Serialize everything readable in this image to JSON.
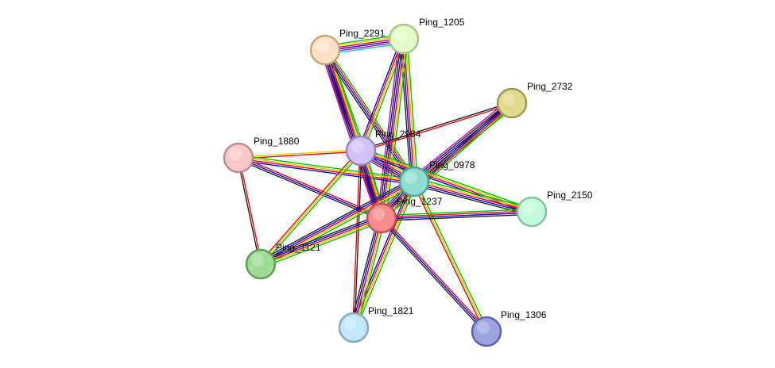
{
  "network": {
    "edge_colors": [
      "#00c000",
      "#d4d400",
      "#ff0000",
      "#0000ff",
      "#222222",
      "#c000c0",
      "#00cccc"
    ],
    "nodes": [
      {
        "id": "Ping_2291",
        "label": "Ping_2291",
        "fill": "#fde0c4",
        "stroke": "#c8a37a"
      },
      {
        "id": "Ping_1205",
        "label": "Ping_1205",
        "fill": "#e2fbc6",
        "stroke": "#a6c387"
      },
      {
        "id": "Ping_2732",
        "label": "Ping_2732",
        "fill": "#e0dc8c",
        "stroke": "#9e9a4c"
      },
      {
        "id": "Ping_2984",
        "label": "Ping_2984",
        "fill": "#d2c2fa",
        "stroke": "#9685c2"
      },
      {
        "id": "Ping_1880",
        "label": "Ping_1880",
        "fill": "#f8c8c8",
        "stroke": "#c48a8a"
      },
      {
        "id": "Ping_0978",
        "label": "Ping_0978",
        "fill": "#90dcd0",
        "stroke": "#4fa597"
      },
      {
        "id": "Ping_1237",
        "label": "Ping_1237",
        "fill": "#f88c8c",
        "stroke": "#c45252"
      },
      {
        "id": "Ping_2150",
        "label": "Ping_2150",
        "fill": "#c4fadc",
        "stroke": "#7ec49d"
      },
      {
        "id": "Ping_1121",
        "label": "Ping_1121",
        "fill": "#9ede92",
        "stroke": "#5a9e52"
      },
      {
        "id": "Ping_1821",
        "label": "Ping_1821",
        "fill": "#c2e6fa",
        "stroke": "#7fa8c4"
      },
      {
        "id": "Ping_1306",
        "label": "Ping_1306",
        "fill": "#9ca4e0",
        "stroke": "#5a64a6"
      }
    ],
    "edges": [
      {
        "source": "Ping_2291",
        "target": "Ping_1205",
        "colors": [
          0,
          1,
          2,
          3,
          5,
          6
        ]
      },
      {
        "source": "Ping_2291",
        "target": "Ping_2984",
        "colors": [
          0,
          1,
          2,
          3,
          4,
          5
        ]
      },
      {
        "source": "Ping_2291",
        "target": "Ping_1237",
        "colors": [
          0,
          1,
          2,
          3,
          4,
          5
        ]
      },
      {
        "source": "Ping_2291",
        "target": "Ping_0978",
        "colors": [
          0,
          2,
          3,
          4
        ]
      },
      {
        "source": "Ping_1205",
        "target": "Ping_2984",
        "colors": [
          0,
          1,
          2,
          3
        ]
      },
      {
        "source": "Ping_1205",
        "target": "Ping_0978",
        "colors": [
          0,
          1,
          2,
          3,
          4
        ]
      },
      {
        "source": "Ping_1205",
        "target": "Ping_1237",
        "colors": [
          0,
          1,
          2,
          3,
          4,
          5
        ]
      },
      {
        "source": "Ping_2732",
        "target": "Ping_0978",
        "colors": [
          0,
          1,
          2,
          3,
          4,
          5
        ]
      },
      {
        "source": "Ping_2732",
        "target": "Ping_2984",
        "colors": [
          2,
          4
        ]
      },
      {
        "source": "Ping_2732",
        "target": "Ping_1237",
        "colors": [
          0,
          2,
          3,
          4
        ]
      },
      {
        "source": "Ping_1880",
        "target": "Ping_2984",
        "colors": [
          1,
          2
        ]
      },
      {
        "source": "Ping_1880",
        "target": "Ping_0978",
        "colors": [
          0,
          1,
          2,
          3
        ]
      },
      {
        "source": "Ping_1880",
        "target": "Ping_1237",
        "colors": [
          2,
          3,
          4
        ]
      },
      {
        "source": "Ping_1880",
        "target": "Ping_1121",
        "colors": [
          2,
          4
        ]
      },
      {
        "source": "Ping_2984",
        "target": "Ping_0978",
        "colors": [
          0,
          1,
          2,
          3,
          4,
          5
        ]
      },
      {
        "source": "Ping_2984",
        "target": "Ping_1237",
        "colors": [
          0,
          1,
          2,
          3,
          4,
          5
        ]
      },
      {
        "source": "Ping_2984",
        "target": "Ping_2150",
        "colors": [
          0,
          1,
          2,
          3
        ]
      },
      {
        "source": "Ping_2984",
        "target": "Ping_1121",
        "colors": [
          0,
          1,
          2
        ]
      },
      {
        "source": "Ping_2984",
        "target": "Ping_1821",
        "colors": [
          4,
          2
        ]
      },
      {
        "source": "Ping_0978",
        "target": "Ping_1237",
        "colors": [
          0,
          1,
          2,
          3,
          4,
          5
        ]
      },
      {
        "source": "Ping_0978",
        "target": "Ping_2150",
        "colors": [
          0,
          1,
          2,
          3,
          4
        ]
      },
      {
        "source": "Ping_0978",
        "target": "Ping_1121",
        "colors": [
          0,
          1,
          2,
          3,
          4
        ]
      },
      {
        "source": "Ping_0978",
        "target": "Ping_1821",
        "colors": [
          0,
          1,
          2,
          3
        ]
      },
      {
        "source": "Ping_0978",
        "target": "Ping_1306",
        "colors": [
          0,
          1,
          2
        ]
      },
      {
        "source": "Ping_1237",
        "target": "Ping_2150",
        "colors": [
          0,
          2,
          3,
          4
        ]
      },
      {
        "source": "Ping_1237",
        "target": "Ping_1121",
        "colors": [
          0,
          1,
          2,
          3,
          4
        ]
      },
      {
        "source": "Ping_1237",
        "target": "Ping_1821",
        "colors": [
          0,
          1,
          2,
          3,
          4
        ]
      },
      {
        "source": "Ping_1237",
        "target": "Ping_1306",
        "colors": [
          2,
          3,
          4
        ]
      }
    ]
  }
}
